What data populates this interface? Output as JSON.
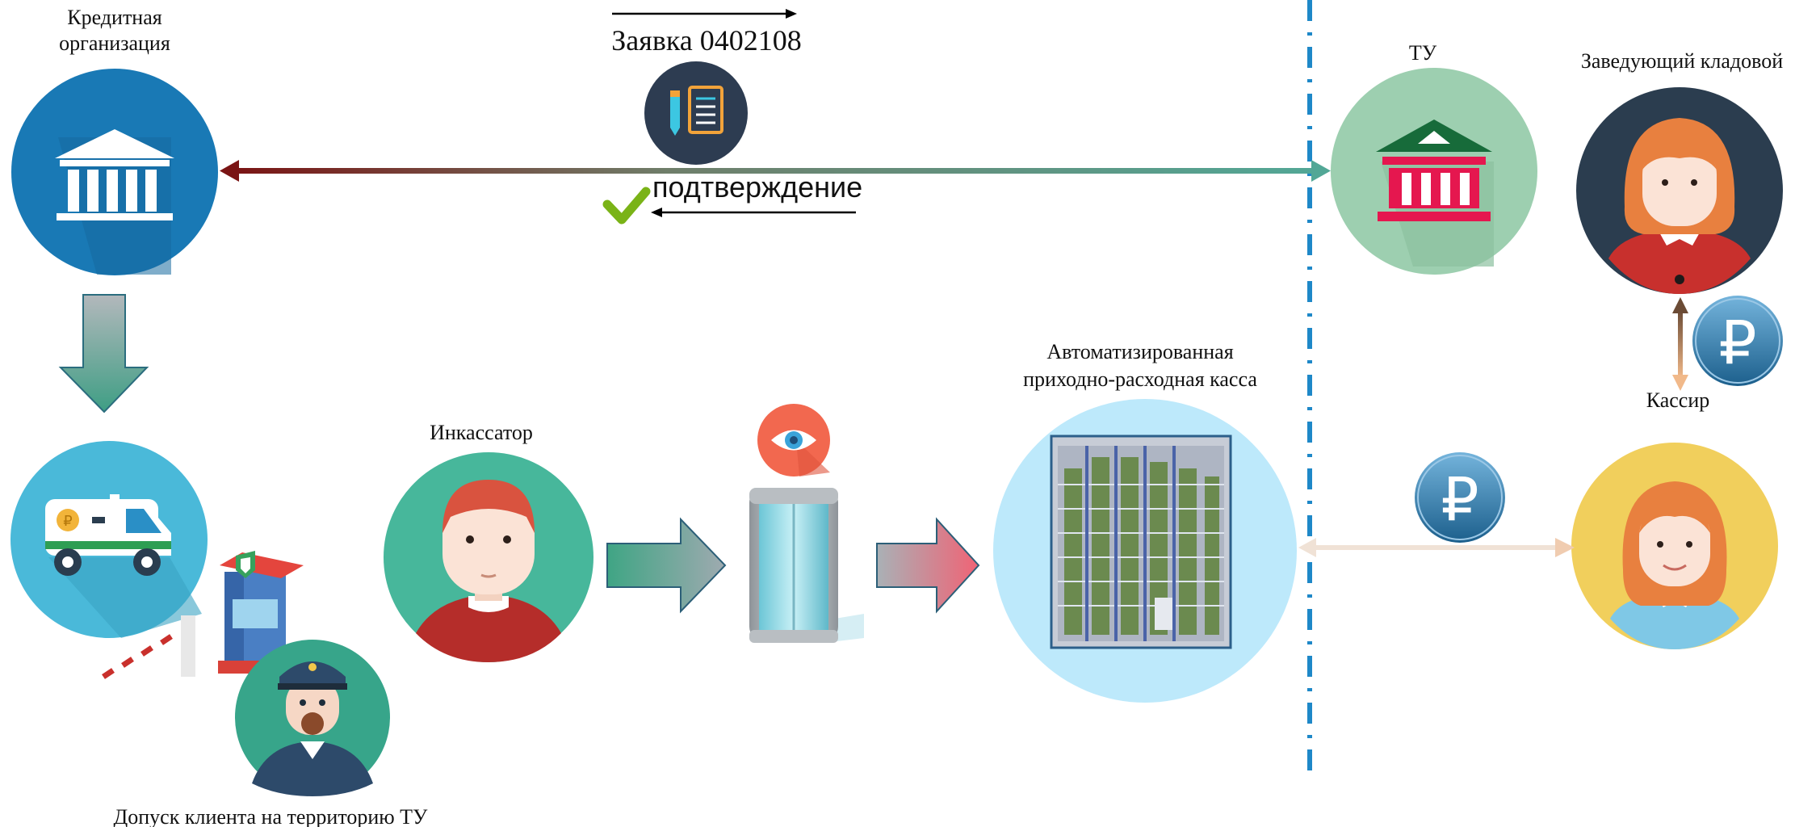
{
  "labels": {
    "credit_org_line1": "Кредитная",
    "credit_org_line2": "организация",
    "request": "Заявка 0402108",
    "confirmation": "подтверждение",
    "tu": "ТУ",
    "storekeeper": "Заведующий кладовой",
    "cashier": "Кассир",
    "collector": "Инкассатор",
    "cash_desk_line1": "Автоматизированная",
    "cash_desk_line2": "приходно-расходная касса",
    "admission": "Допуск клиента на территорию ТУ"
  },
  "symbols": {
    "ruble": "₽"
  },
  "icons": {
    "credit_org": "bank-icon",
    "request": "document-pen-icon",
    "confirmation": "checkmark-icon",
    "tu": "bank-icon",
    "storekeeper": "woman-avatar-icon",
    "cashier": "girl-avatar-icon",
    "collector": "man-avatar-icon",
    "van": "cash-van-icon",
    "guard": "guard-avatar-icon",
    "checkpoint": "barrier-booth-icon",
    "surveillance": "eye-icon",
    "airlock": "security-airlock-icon",
    "cash_desk": "automated-storage-icon"
  },
  "colors": {
    "credit_org_bg": "#1979b5",
    "tu_bg": "#9dcfb0",
    "tu_bank": "#e5174f",
    "storekeeper_bg": "#2b3d4f",
    "cashier_bg": "#f1cf5c",
    "collector_bg": "#47b79b",
    "van_bg": "#4ab9d9",
    "guard_bg": "#37a58a",
    "eye_bg": "#f2684f",
    "cash_desk_bg": "#bde9fb",
    "divider": "#1e88c8",
    "ruble_coin": "#2e7eb0",
    "check_green": "#7ab317"
  }
}
